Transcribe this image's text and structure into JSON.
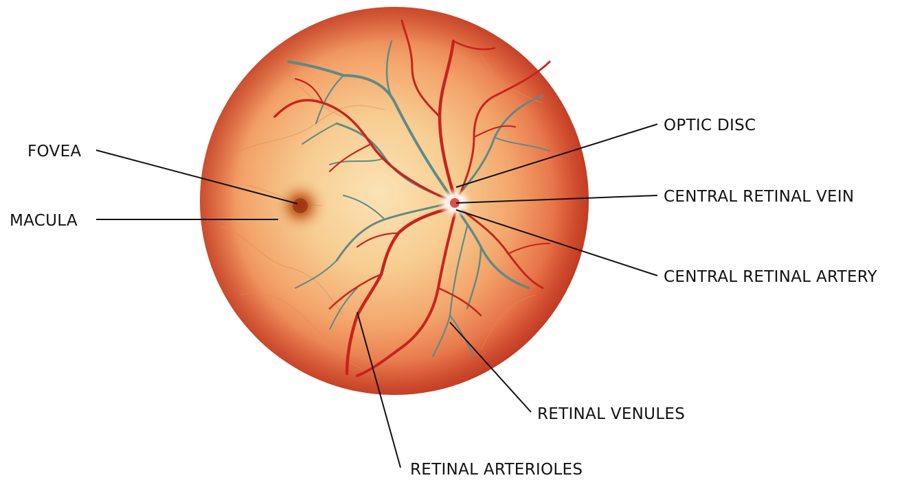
{
  "labels": {
    "fovea": "FOVEA",
    "macula": "MACULA",
    "optic_disc": "OPTIC DISC",
    "central_retinal_vein": "CENTRAL RETINAL VEIN",
    "central_retinal_artery": "CENTRAL RETINAL ARTERY",
    "retinal_venules": "RETINAL VENULES",
    "retinal_arterioles": "RETINAL ARTERIOLES"
  },
  "colors": {
    "fundus_center": "#f8d49a",
    "fundus_mid": "#f0a56a",
    "fundus_edge": "#d2462c",
    "artery": "#c8231c",
    "vein": "#5f8a86",
    "optic_disc": "#fff6ee",
    "fovea": "#a03a12",
    "leader_line": "#111111",
    "label_text": "#111111"
  }
}
